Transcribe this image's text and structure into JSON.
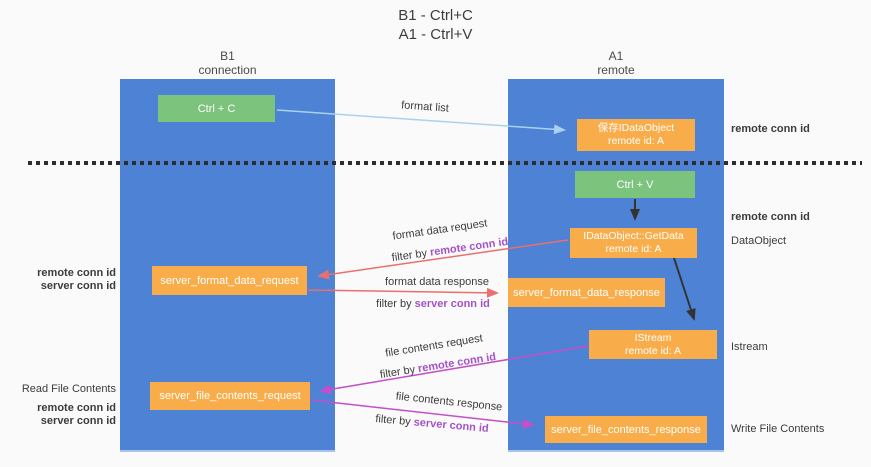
{
  "title": {
    "line1": "B1 - Ctrl+C",
    "line2": "A1 - Ctrl+V"
  },
  "lanes": {
    "left": {
      "title": "B1",
      "subtitle": "connection"
    },
    "right": {
      "title": "A1",
      "subtitle": "remote"
    }
  },
  "nodes": {
    "ctrl_c": {
      "label": "Ctrl + C"
    },
    "ctrl_v": {
      "label": "Ctrl + V"
    },
    "save_dataobject": {
      "line1": "保存IDataObject",
      "line2": "remote id: A"
    },
    "getdata": {
      "line1": "IDataObject::GetData",
      "line2": "remote id: A"
    },
    "istream": {
      "line1": "IStream",
      "line2": "remote id: A"
    },
    "format_request": {
      "label": "server_format_data_request"
    },
    "format_response": {
      "label": "server_format_data_response"
    },
    "file_request": {
      "label": "server_file_contents_request"
    },
    "file_response": {
      "label": "server_file_contents_response"
    }
  },
  "arrows": {
    "format_list": {
      "label": "format list"
    },
    "format_request": {
      "label": "format data request",
      "filter_prefix": "filter by ",
      "filter_id": "remote conn id"
    },
    "format_response": {
      "label": "format data response",
      "filter_prefix": "filter by ",
      "filter_id": "server conn id"
    },
    "file_request": {
      "label": "file contents request",
      "filter_prefix": "filter by ",
      "filter_id": "remote conn id"
    },
    "file_response": {
      "label": "file contents response",
      "filter_prefix": "filter by ",
      "filter_id": "server conn id"
    }
  },
  "annotations": {
    "right": [
      {
        "text": "remote conn id"
      },
      {
        "text": "remote conn id"
      },
      {
        "text": "DataObject"
      },
      {
        "text": "Istream"
      },
      {
        "text": "Write File Contents"
      }
    ],
    "left": [
      {
        "text": "remote conn id"
      },
      {
        "text": "server conn id"
      },
      {
        "text": "Read File Contents"
      },
      {
        "text": "remote conn id"
      },
      {
        "text": "server conn id"
      }
    ]
  },
  "colors": {
    "lane_blue": "#4e82d5",
    "node_green": "#7cc47e",
    "node_orange": "#f9ad4a",
    "arrow_red": "#e8706e",
    "arrow_magenta": "#c44fc8",
    "arrow_lightblue": "#a9d2ee",
    "arrow_black": "#333333",
    "label_purple": "#a352c8",
    "label_green": "#53b556"
  }
}
